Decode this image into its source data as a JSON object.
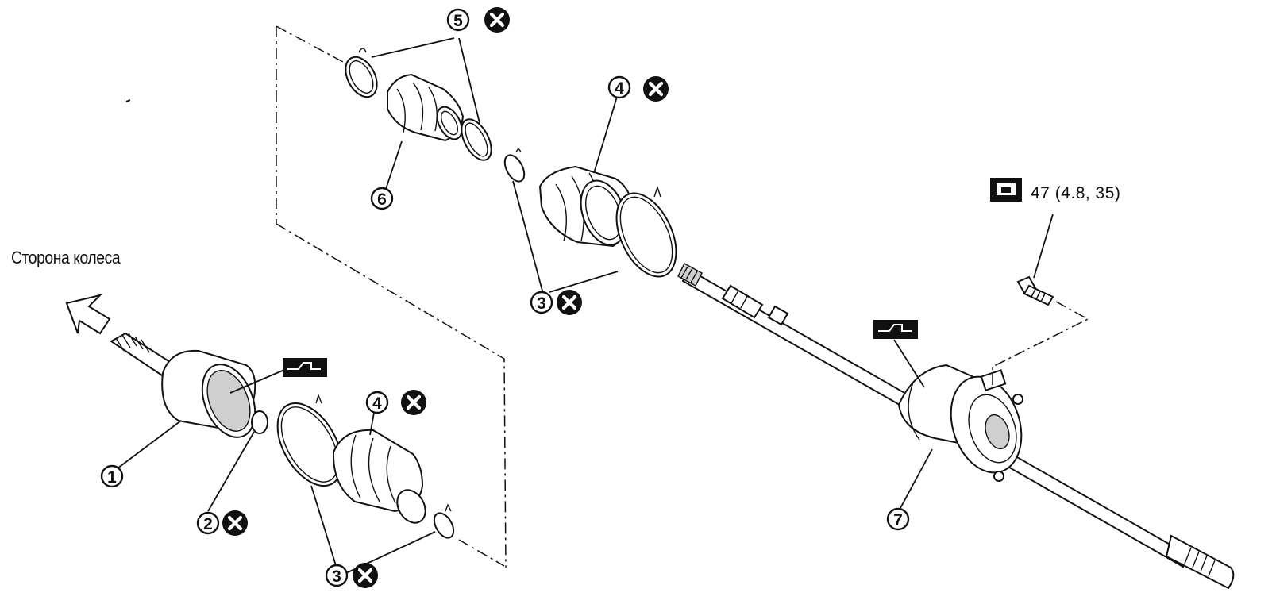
{
  "labels": {
    "wheel_side": "Сторона колеса",
    "torque": "47 (4.8, 35)"
  },
  "callouts": {
    "c1": "1",
    "c2": "2",
    "c3a": "3",
    "c3b": "3",
    "c4a": "4",
    "c4b": "4",
    "c5": "5",
    "c6": "6",
    "c7": "7"
  },
  "icons": {
    "replace_mark": "x-circle-icon",
    "grease_mark": "grease-symbol-icon",
    "torque_mark": "torque-wrench-icon",
    "direction_arrow": "outlined-arrow-icon"
  }
}
